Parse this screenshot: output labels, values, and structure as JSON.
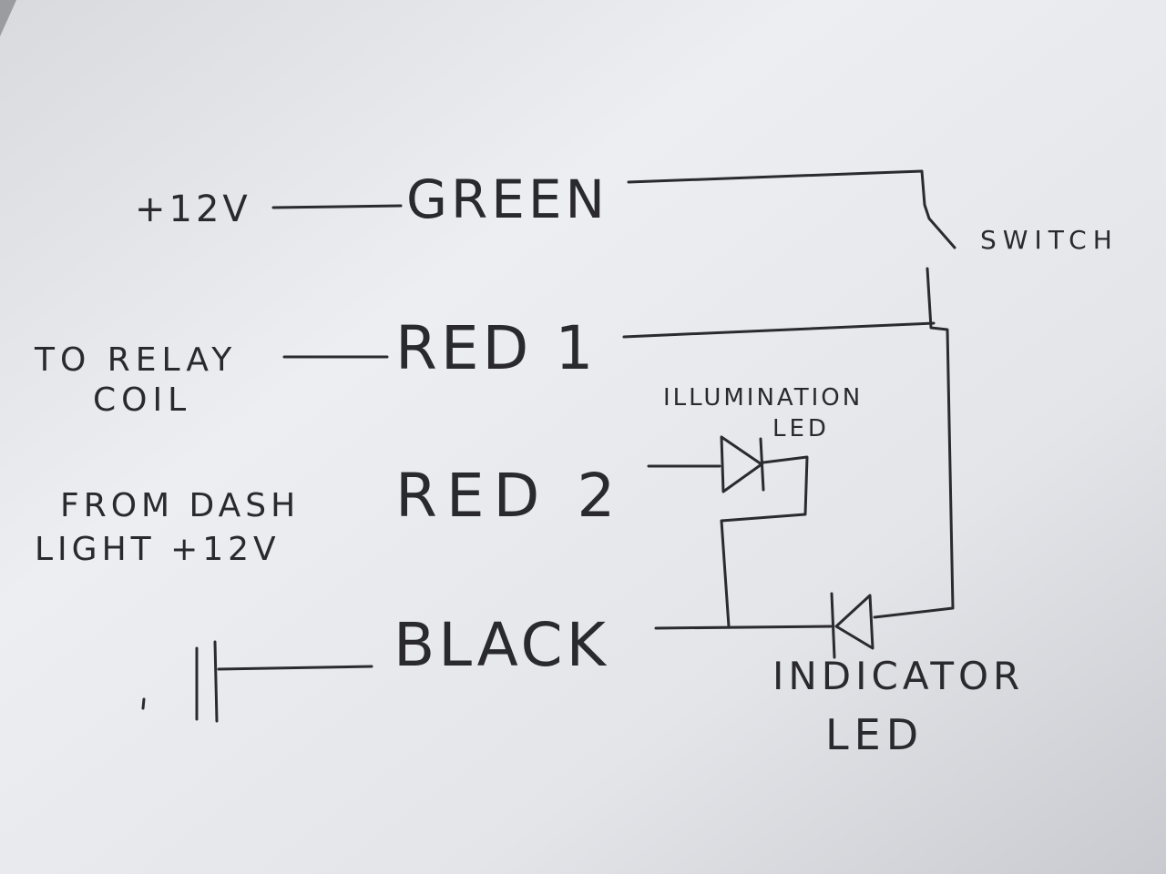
{
  "labels": {
    "plus12v": "+12V",
    "green": "GREEN",
    "switch": "SWITCH",
    "to_relay": "TO RELAY",
    "coil": "COIL",
    "red1": "RED 1",
    "illumination": "ILLUMINATION",
    "led_small": "LED",
    "from_dash": "FROM DASH",
    "light_12v": "LIGHT +12V",
    "red2": "RED 2",
    "black": "BLACK",
    "indicator": "INDICATOR",
    "led_big": "LED"
  },
  "icons": {
    "ground": "ground-symbol-icon",
    "illumination_diode": "diode-icon",
    "indicator_diode": "diode-icon"
  },
  "colors": {
    "ink": "#2b2b2f",
    "paper": "#e6e7ec"
  }
}
